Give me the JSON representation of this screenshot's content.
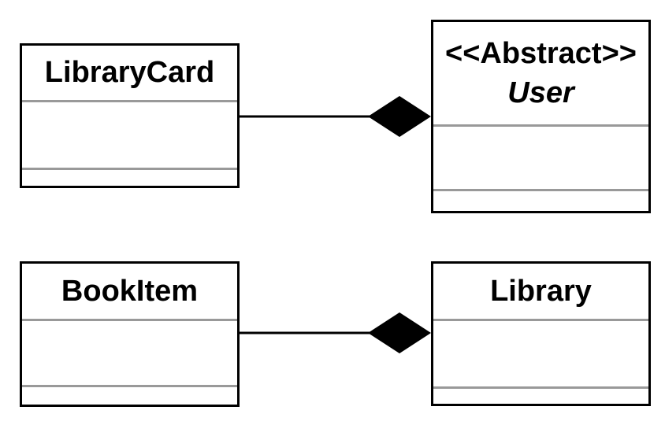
{
  "diagram": {
    "kind": "uml-class-diagram",
    "classes": {
      "librarycard": {
        "name": "LibraryCard"
      },
      "user": {
        "stereotype": "<<Abstract>>",
        "name": "User"
      },
      "bookitem": {
        "name": "BookItem"
      },
      "library": {
        "name": "Library"
      }
    },
    "relationships": [
      {
        "from": "LibraryCard",
        "to": "User",
        "type": "composition",
        "diamond_at": "User"
      },
      {
        "from": "BookItem",
        "to": "Library",
        "type": "composition",
        "diamond_at": "Library"
      }
    ],
    "colors": {
      "background": "#ffffff",
      "box_border": "#000000",
      "separator": "#999999",
      "connector_line": "#000000",
      "diamond_fill": "#000000",
      "text": "#000000"
    }
  }
}
